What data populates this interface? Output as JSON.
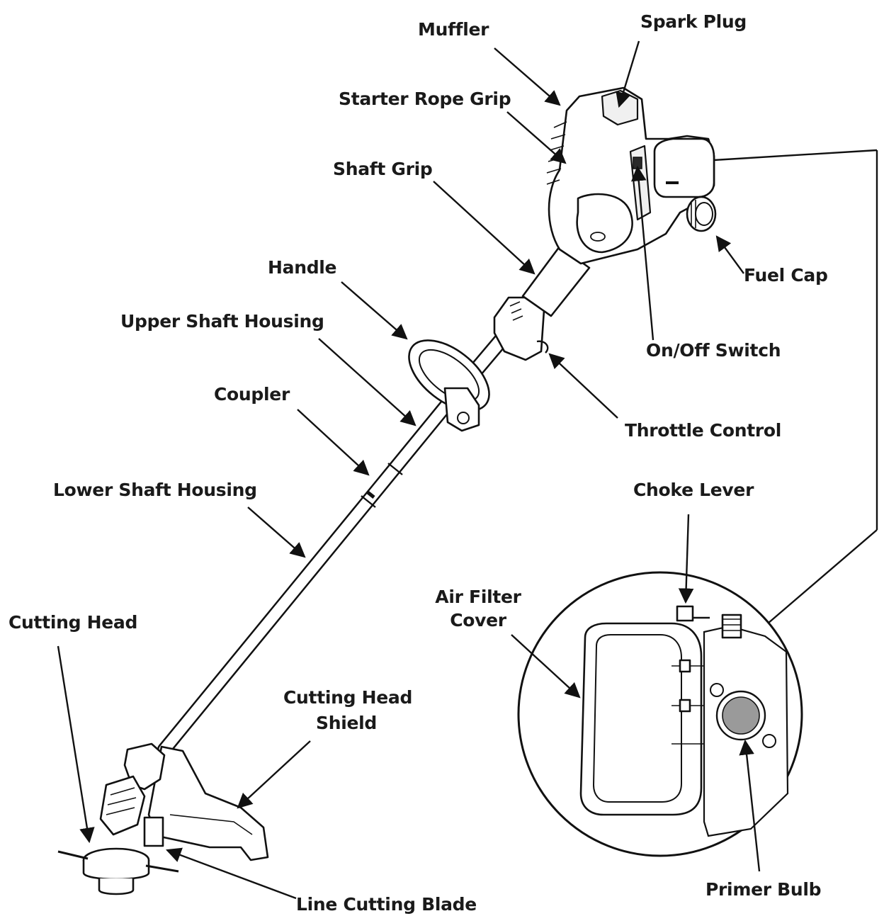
{
  "labels": {
    "muffler": "Muffler",
    "spark_plug": "Spark Plug",
    "starter_rope_grip": "Starter Rope Grip",
    "shaft_grip": "Shaft Grip",
    "handle": "Handle",
    "fuel_cap": "Fuel Cap",
    "upper_shaft_housing": "Upper Shaft Housing",
    "on_off_switch": "On/Off Switch",
    "coupler": "Coupler",
    "throttle_control": "Throttle Control",
    "lower_shaft_housing": "Lower Shaft Housing",
    "choke_lever": "Choke Lever",
    "air_filter_cover_line1": "Air Filter",
    "air_filter_cover_line2": "Cover",
    "cutting_head": "Cutting Head",
    "cutting_head_shield_line1": "Cutting Head",
    "cutting_head_shield_line2": "Shield",
    "primer_bulb": "Primer Bulb",
    "line_cutting_blade": "Line Cutting Blade"
  },
  "colors": {
    "ink": "#111111",
    "primer_bulb_fill": "#9a9a9a"
  }
}
